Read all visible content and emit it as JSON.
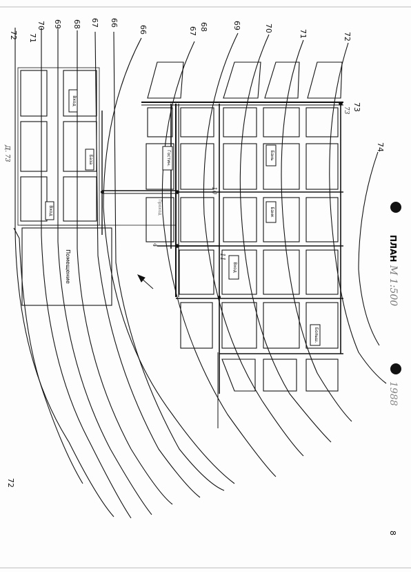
{
  "page": {
    "title": "ПЛАН",
    "scale": "М 1:500",
    "year_note": "1988",
    "page_number": "8"
  },
  "contours": [
    "66",
    "67",
    "68",
    "69",
    "70",
    "71",
    "72"
  ],
  "contours_right": [
    "67",
    "68",
    "69",
    "70",
    "71",
    "72"
  ],
  "contour_73": "73",
  "contour_74": "74",
  "labels_rotated": {
    "gostin": "Гостин.",
    "ban1": "Бань",
    "ban2": "Банк",
    "vhod1": "Вход",
    "vhod2": "Вход",
    "vhod3": "Вход",
    "baza": "База",
    "bolsh": "Больш.",
    "prohod": "Проход",
    "pomeshchenie": "Помещение"
  },
  "corner_marks": {
    "m1": "73",
    "m2": "74",
    "m3": "Д. 73",
    "m4": "4",
    "m5": "10",
    "m6": "11"
  },
  "colors": {
    "ink": "#111111",
    "paper": "#fdfdfd",
    "pencil": "#9a9a9a"
  }
}
